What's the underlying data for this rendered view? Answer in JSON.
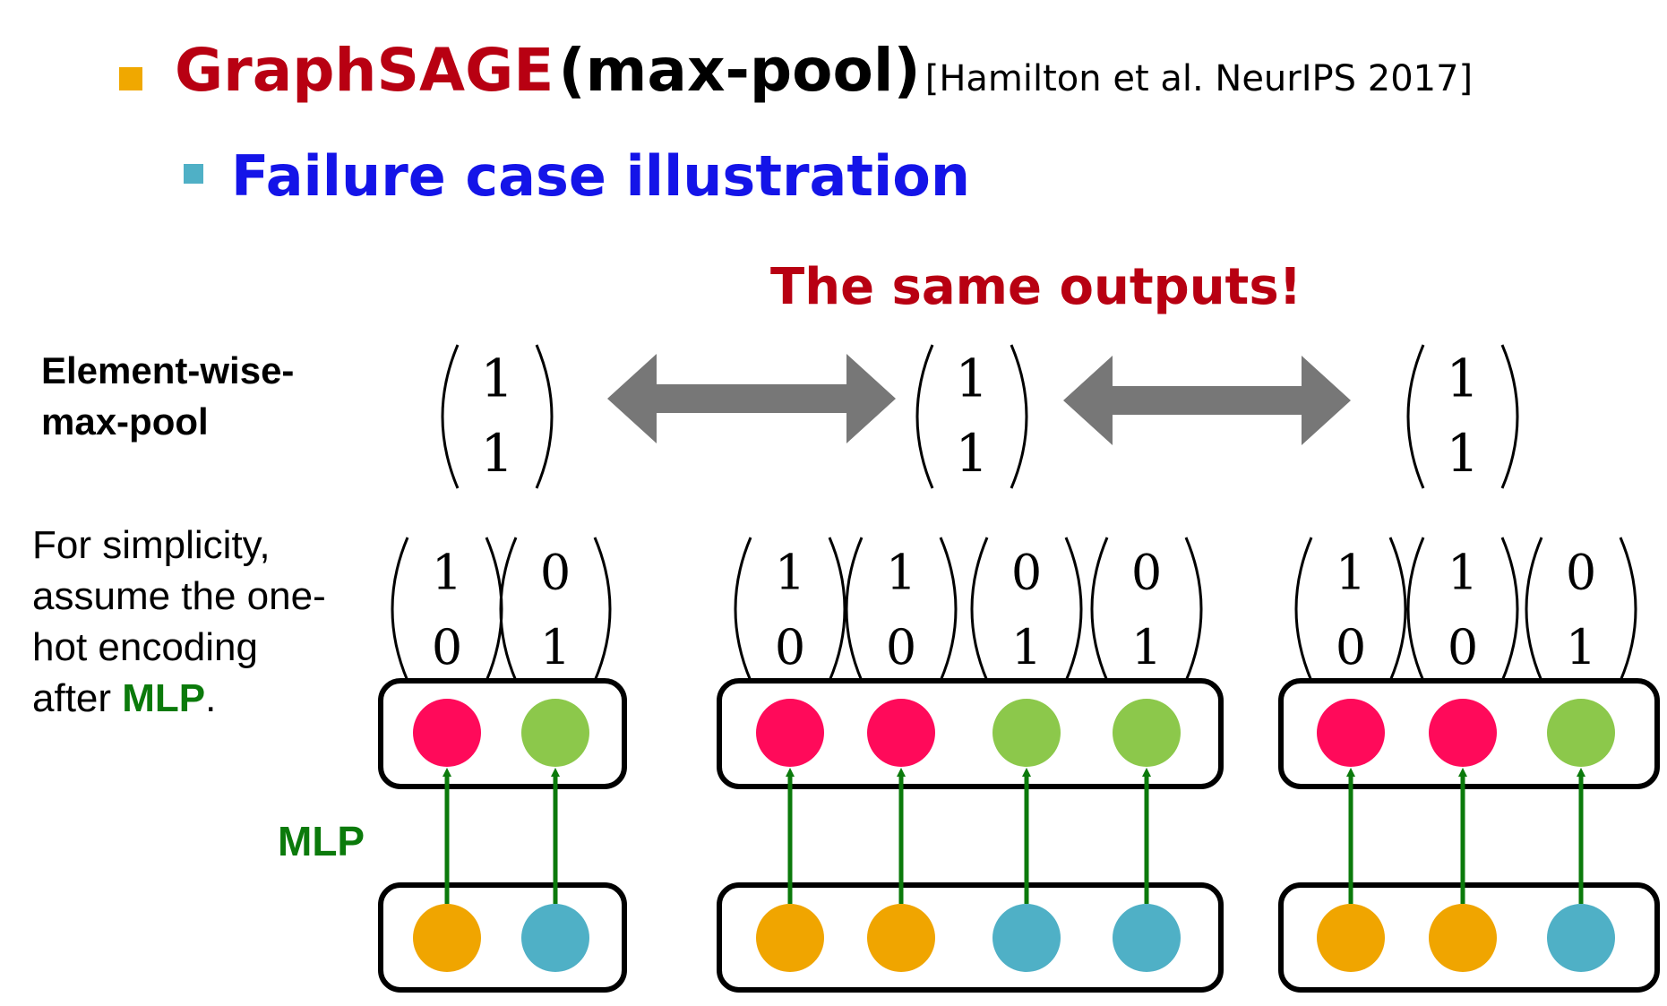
{
  "header": {
    "title_main": "GraphSAGE",
    "title_sub": "(max-pool)",
    "citation": "[Hamilton et al. NeurIPS 2017]",
    "subtitle": "Failure case illustration"
  },
  "same_outputs": "The same outputs!",
  "labels": {
    "pool_line1": "Element-wise-",
    "pool_line2": "max-pool",
    "note_line1": "For simplicity,",
    "note_line2": "assume the one-",
    "note_line3": "hot encoding",
    "note_line4_prefix": "after ",
    "note_line4_mlp": "MLP",
    "note_line4_suffix": ".",
    "mlp": "MLP"
  },
  "colors": {
    "red_node": "#ff0a5a",
    "green_node": "#8cc84b",
    "orange_node": "#f0a500",
    "blue_node": "#4fb0c6",
    "arrow": "#0b7a0b",
    "double_arrow": "#777777"
  },
  "graphs": [
    {
      "output": [
        "1",
        "1"
      ],
      "nodes": [
        {
          "vector": [
            "1",
            "0"
          ],
          "embed_color": "red",
          "input_color": "orange"
        },
        {
          "vector": [
            "0",
            "1"
          ],
          "embed_color": "green",
          "input_color": "blue"
        }
      ]
    },
    {
      "output": [
        "1",
        "1"
      ],
      "nodes": [
        {
          "vector": [
            "1",
            "0"
          ],
          "embed_color": "red",
          "input_color": "orange"
        },
        {
          "vector": [
            "1",
            "0"
          ],
          "embed_color": "red",
          "input_color": "orange"
        },
        {
          "vector": [
            "0",
            "1"
          ],
          "embed_color": "green",
          "input_color": "blue"
        },
        {
          "vector": [
            "0",
            "1"
          ],
          "embed_color": "green",
          "input_color": "blue"
        }
      ]
    },
    {
      "output": [
        "1",
        "1"
      ],
      "nodes": [
        {
          "vector": [
            "1",
            "0"
          ],
          "embed_color": "red",
          "input_color": "orange"
        },
        {
          "vector": [
            "1",
            "0"
          ],
          "embed_color": "red",
          "input_color": "orange"
        },
        {
          "vector": [
            "0",
            "1"
          ],
          "embed_color": "green",
          "input_color": "blue"
        }
      ]
    }
  ]
}
